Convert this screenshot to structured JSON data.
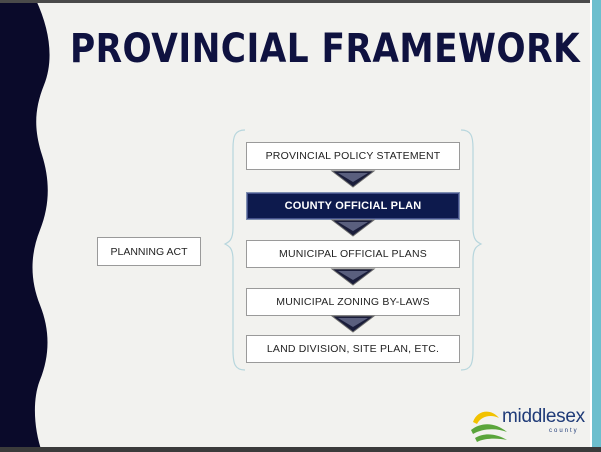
{
  "slide": {
    "title": "PROVINCIAL FRAMEWORK",
    "planning_act": "PLANNING ACT",
    "hierarchy": [
      "PROVINCIAL POLICY STATEMENT",
      "COUNTY OFFICIAL PLAN",
      "MUNICIPAL OFFICIAL PLANS",
      "MUNICIPAL ZONING BY-LAWS",
      "LAND DIVISION, SITE PLAN, ETC."
    ],
    "highlighted_item": "COUNTY OFFICIAL PLAN"
  },
  "logo": {
    "name": "middlesex",
    "sub": "county"
  },
  "colors": {
    "navy": "#0f1240",
    "highlight_fill": "#0d1a4d",
    "accent_teal": "#6dbfce",
    "logo_yellow": "#f2c200",
    "logo_green": "#5aa53b",
    "logo_blue": "#1f3b78"
  }
}
